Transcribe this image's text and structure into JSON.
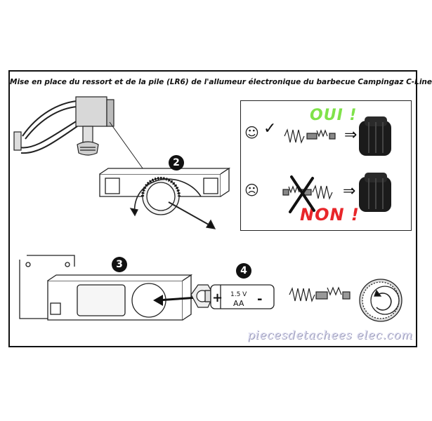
{
  "title": "Mise en place du ressort et de la pile (LR6) de l'allumeur électronique du barbecue Campingaz C-Line",
  "steps": [
    "2",
    "3",
    "4"
  ],
  "comparison": {
    "correct_label": "OUI !",
    "wrong_label": "NON !",
    "correct_mark": "✓",
    "wrong_mark": "X",
    "arrow": "⇒",
    "correct_face_icon": "smiling-face-icon",
    "wrong_face_icon": "frowning-face-icon",
    "correct_color": "#7fe24a",
    "wrong_color": "#e8262a"
  },
  "battery": {
    "plus": "+",
    "minus": "-",
    "voltage": "1.5 V",
    "size": "AA"
  },
  "watermark": "piecesdetachees elec.com"
}
